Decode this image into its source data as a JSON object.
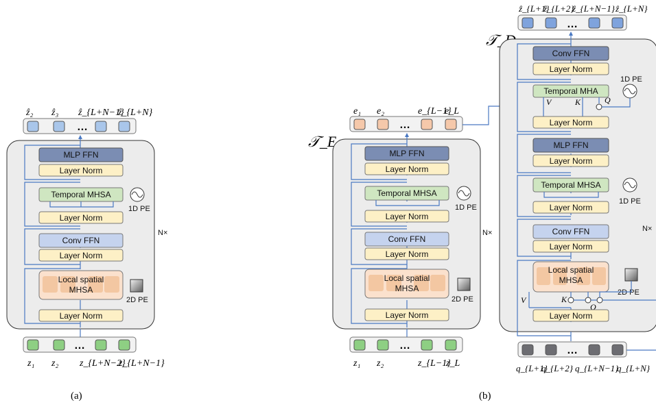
{
  "panel_a": {
    "caption": "(a)",
    "out_tokens": [
      "ẑ₂",
      "ẑ₃",
      "ẑ_{L+N−1}",
      "ẑ_{L+N}"
    ],
    "in_tokens": [
      "z₁",
      "z₂",
      "z_{L+N−2}",
      "z_{L+N−1}"
    ],
    "ellipsis": "…",
    "repeat": "N×",
    "blocks": {
      "mlp_ffn": "MLP FFN",
      "ln1": "Layer Norm",
      "tmhsa": "Temporal MHSA",
      "ln2": "Layer Norm",
      "conv_ffn": "Conv FFN",
      "ln3": "Layer Norm",
      "local_l1": "Local spatial",
      "local_l2": "MHSA",
      "ln4": "Layer Norm"
    },
    "pe1d": "1D PE",
    "pe2d": "2D PE"
  },
  "panel_b": {
    "caption": "(b)",
    "encoder": {
      "name": "𝒯_E",
      "out_tokens": [
        "e₁",
        "e₂",
        "e_{L−1}",
        "e_L"
      ],
      "in_tokens": [
        "z₁",
        "z₂",
        "z_{L−1}",
        "z_L"
      ],
      "ellipsis": "…",
      "repeat": "N×",
      "blocks": {
        "mlp_ffn": "MLP FFN",
        "ln1": "Layer Norm",
        "tmhsa": "Temporal MHSA",
        "ln2": "Layer Norm",
        "conv_ffn": "Conv FFN",
        "ln3": "Layer Norm",
        "local_l1": "Local spatial",
        "local_l2": "MHSA",
        "ln4": "Layer Norm"
      },
      "pe1d": "1D PE",
      "pe2d": "2D PE"
    },
    "decoder": {
      "name": "𝒯_D",
      "out_tokens": [
        "ẑ_{L+1}",
        "ẑ_{L+2}",
        "ẑ_{L+N−1}",
        "ẑ_{L+N}"
      ],
      "in_tokens": [
        "q_{L+1}",
        "q_{L+2}",
        "q_{L+N−1}",
        "q_{L+N}"
      ],
      "ellipsis": "…",
      "repeat": "N×",
      "blocks": {
        "conv_ffn_top": "Conv FFN",
        "ln_a": "Layer Norm",
        "tmha": "Temporal MHA",
        "ln_b": "Layer Norm",
        "mlp_ffn": "MLP FFN",
        "ln_c": "Layer Norm",
        "tmhsa": "Temporal MHSA",
        "ln_d": "Layer Norm",
        "conv_ffn": "Conv FFN",
        "ln_e": "Layer Norm",
        "local_l1": "Local spatial",
        "local_l2": "MHSA",
        "ln_f": "Layer Norm"
      },
      "pe1d_top": "1D PE",
      "pe1d_mid": "1D PE",
      "pe2d": "2D PE",
      "v_top": "V",
      "k_top": "K",
      "q_top": "Q",
      "v_bot": "V",
      "k_bot": "K",
      "q_bot": "Q"
    }
  },
  "colors": {
    "frame_fill": "#ececec",
    "mlp_ffn": "#7b8db3",
    "layer_norm": "#fdf0c6",
    "temporal": "#cfe6c1",
    "conv_ffn": "#c5d3ee",
    "local_spatial": "#fbe1cd",
    "tok_blue": "#a9c6ea",
    "tok_orange": "#f5c8aa",
    "tok_green": "#8ecf83",
    "tok_gray": "#6d6d72",
    "tok_dec_blue": "#7fa3dd",
    "connector": "#4a78c2"
  },
  "icons": [
    "sine-wave-icon",
    "gradient-square-icon"
  ]
}
